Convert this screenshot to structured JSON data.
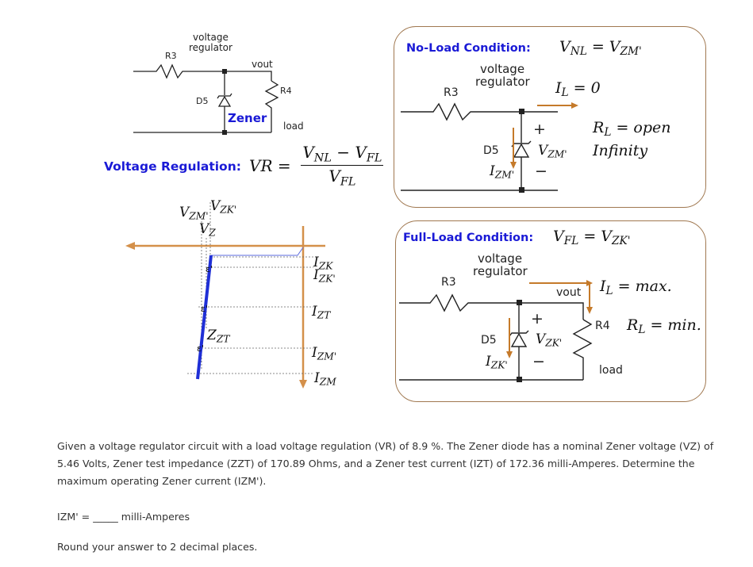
{
  "top_circuit": {
    "r3": "R3",
    "title_line1": "voltage",
    "title_line2": "regulator",
    "vout": "vout",
    "r4": "R4",
    "d5": "D5",
    "zener": "Zener",
    "load": "load"
  },
  "regulation_formula": {
    "label": "Voltage Regulation:",
    "lhs": "VR =",
    "numerator": "V_NL − V_FL",
    "denominator": "V_FL"
  },
  "iv_graph": {
    "labels": {
      "vzm": "V_ZM'",
      "vzk": "V_ZK'",
      "vz": "V_Z",
      "izk": "I_ZK",
      "izk_prime": "I_ZK'",
      "izt": "I_ZT",
      "zzt": "Z_ZT",
      "izm_prime": "I_ZM'",
      "izm": "I_ZM"
    },
    "colors": {
      "axis": "#d4904a",
      "curve": "#1f2fd6"
    }
  },
  "no_load_panel": {
    "title": "No-Load Condition:",
    "equation": "V_NL = V_ZM'",
    "reg_line1": "voltage",
    "reg_line2": "regulator",
    "r3": "R3",
    "il": "I_L = 0",
    "rl_line1": "R_L = open",
    "rl_line2": "Infinity",
    "d5": "D5",
    "plus": "+",
    "minus": "−",
    "vz": "V_ZM'",
    "iz": "I_ZM'"
  },
  "full_load_panel": {
    "title": "Full-Load Condition:",
    "equation": "V_FL = V_ZK'",
    "reg_line1": "voltage",
    "reg_line2": "regulator",
    "r3": "R3",
    "vout": "vout",
    "il": "I_L = max.",
    "r4": "R4",
    "rl": "R_L = min.",
    "d5": "D5",
    "plus": "+",
    "minus": "−",
    "vz": "V_ZK'",
    "iz": "I_ZK'",
    "load": "load"
  },
  "question": {
    "text": "Given a voltage regulator circuit with a load voltage regulation (VR) of 8.9 %. The Zener diode has a nominal Zener voltage (VZ) of 5.46 Volts, Zener test impedance (ZZT) of 170.89 Ohms, and a Zener test current (IZT) of 172.36 milli-Amperes. Determine the maximum operating Zener current (IZM').",
    "answer_label": "IZM' =",
    "answer_blank": "_____",
    "answer_unit": "milli-Amperes",
    "rounding": "Round your answer to 2 decimal places."
  }
}
